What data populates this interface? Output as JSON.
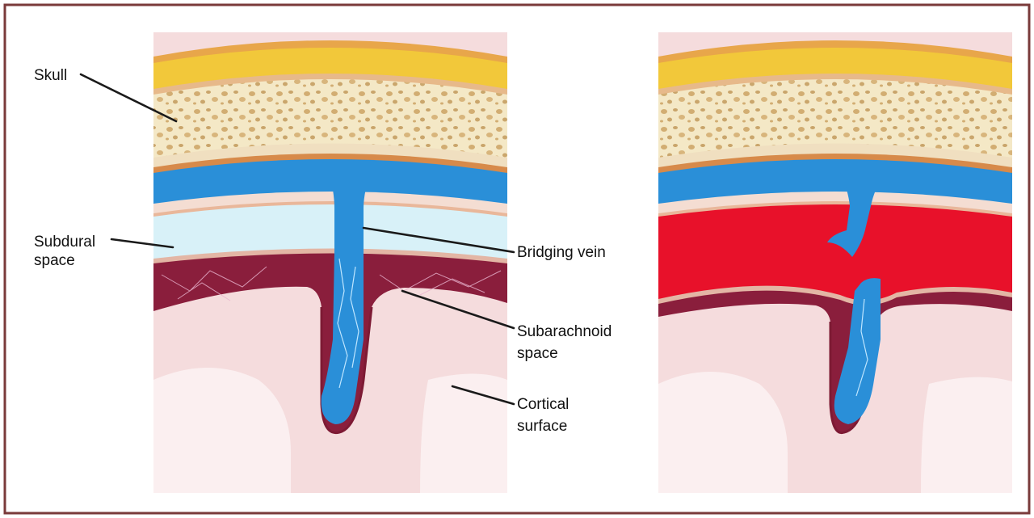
{
  "labels": {
    "skull": "Skull",
    "subdural_line1": "Subdural",
    "subdural_line2": "space",
    "bridging_vein": "Bridging vein",
    "subarachnoid_line1": "Subarachnoid",
    "subarachnoid_line2": "space",
    "cortical_line1": "Cortical",
    "cortical_line2": "surface"
  },
  "colors": {
    "frame": "#7a3a3a",
    "scalp_orange": "#e8a64a",
    "bone_yellow": "#f2c83a",
    "diploe": "#f4e8c6",
    "diploe_specks": "#c9a46a",
    "vein_blue": "#2a8fd8",
    "subdural_fluid": "#d8f1f8",
    "hematoma_red": "#e8112a",
    "subarachnoid": "#8a1e3c",
    "cortex_pink": "#f3d6d8"
  },
  "panels": [
    {
      "name": "normal",
      "subdural_state": "normal-fluid"
    },
    {
      "name": "torn-vein",
      "subdural_state": "hematoma"
    }
  ]
}
